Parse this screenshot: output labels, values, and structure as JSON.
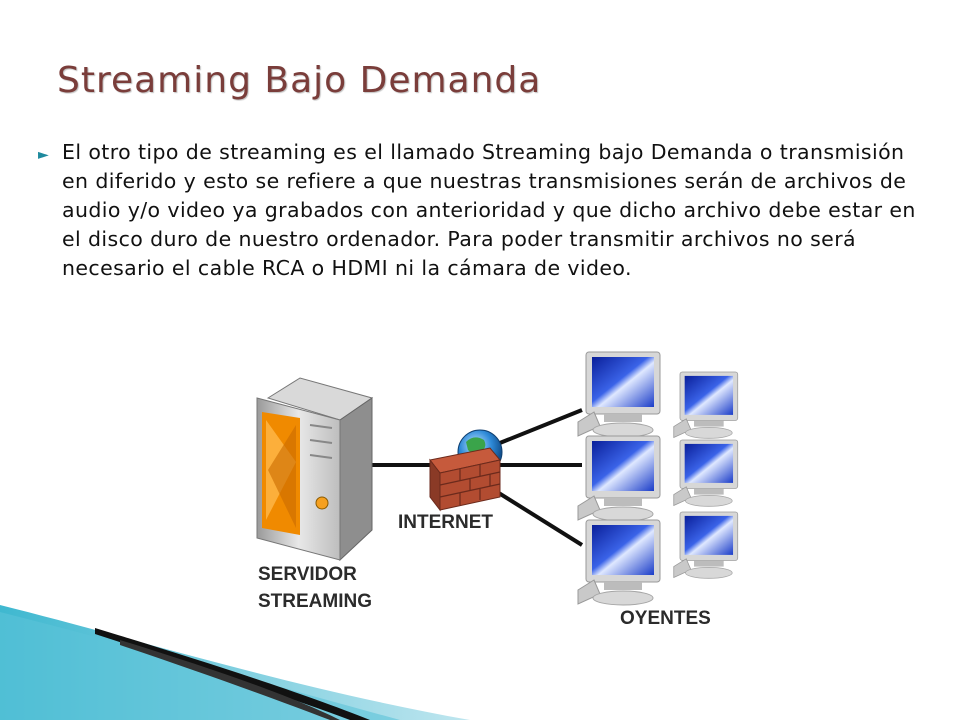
{
  "slide": {
    "title": "Streaming Bajo Demanda",
    "body": "El otro tipo de streaming es el llamado Streaming bajo Demanda o transmisión en diferido y esto se refiere a que nuestras transmisiones serán de archivos de audio y/o video ya grabados con anterioridad y que dicho archivo debe estar en el disco duro de nuestro ordenador. Para poder transmitir archivos no será necesario el cable RCA o HDMI ni la cámara de video."
  },
  "diagram": {
    "server_label_line1": "SERVIDOR",
    "server_label_line2": "STREAMING",
    "internet_label": "INTERNET",
    "listeners_label": "OYENTES"
  },
  "colors": {
    "title": "#7a3d3a",
    "accent_teal": "#1e8a9e",
    "monitor_blue": "#1a3cc8"
  }
}
